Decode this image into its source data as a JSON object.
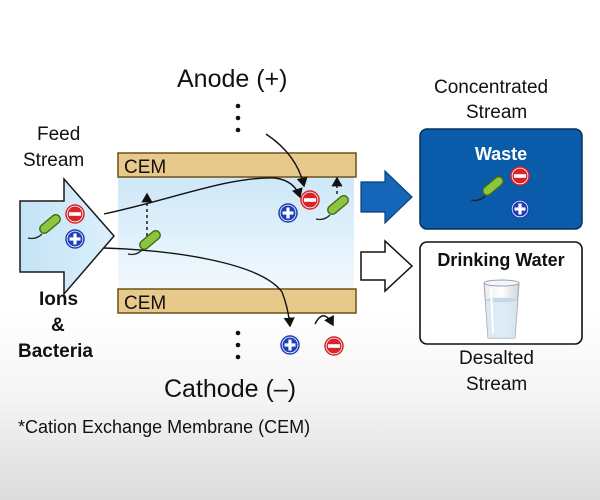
{
  "labels": {
    "anode": "Anode (+)",
    "cathode": "Cathode (–)",
    "feed_line1": "Feed",
    "feed_line2": "Stream",
    "ions_line1": "Ions",
    "ions_line2": "&",
    "ions_line3": "Bacteria",
    "cem_top": "CEM",
    "cem_bottom": "CEM",
    "concentrated_line1": "Concentrated",
    "concentrated_line2": "Stream",
    "waste": "Waste",
    "drinking_water": "Drinking Water",
    "desalted_line1": "Desalted",
    "desalted_line2": "Stream",
    "footnote": "*Cation Exchange Membrane (CEM)"
  },
  "icons": {
    "cation": "plus-ion-icon",
    "anion": "minus-ion-icon",
    "bacterium": "bacterium-icon",
    "water_glass": "water-glass-icon"
  },
  "colors": {
    "membrane": "#e8c98c",
    "membrane_border": "#6a5218",
    "channel_top": "#cfe8f7",
    "channel_bottom": "#eef7fd",
    "feed_arrow": "#bfe1f6",
    "waste_box": "#0a5cab",
    "waste_arrow": "#1565b8",
    "cation": "#1f3fb8",
    "anion": "#d8242a",
    "bacterium": "#8cc63f"
  }
}
